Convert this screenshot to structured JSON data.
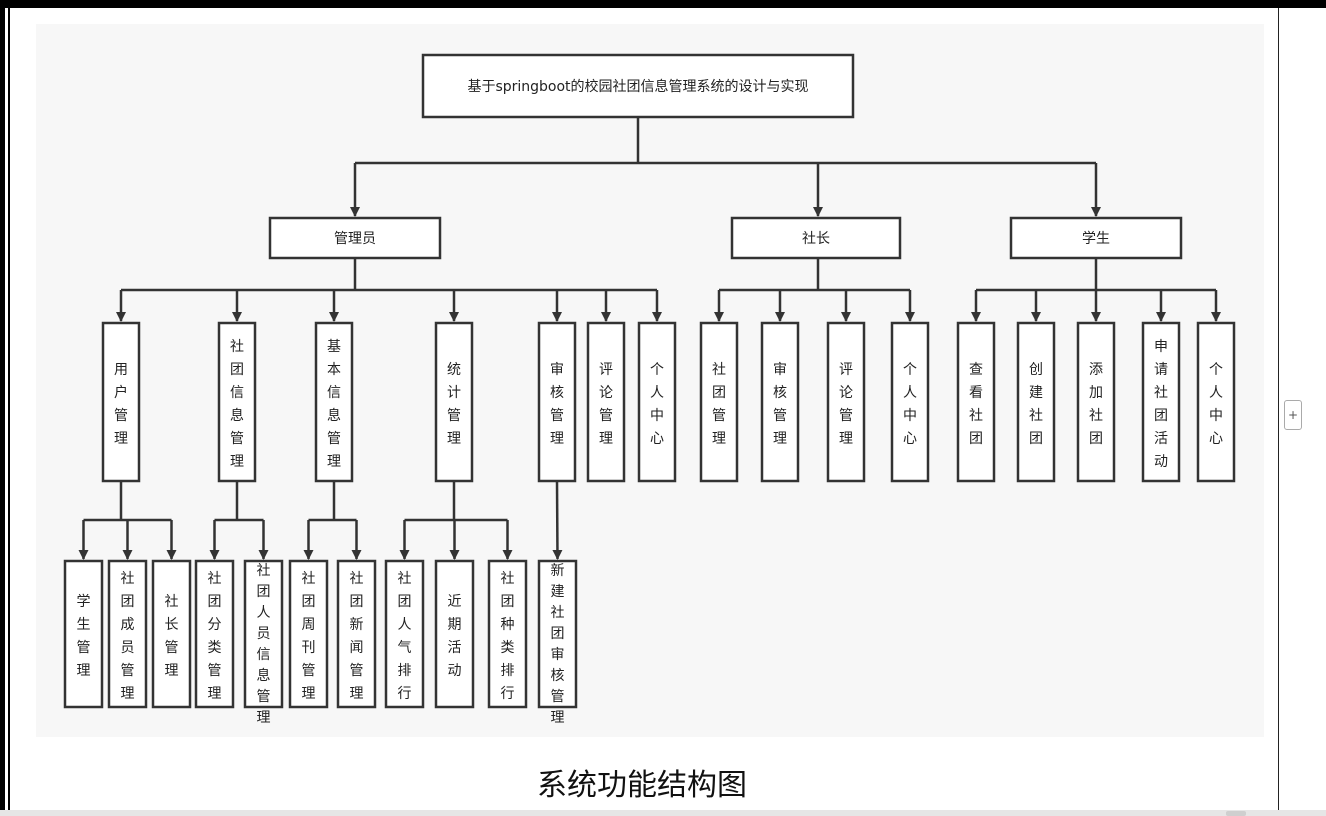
{
  "caption": "系统功能结构图",
  "root": "基于springboot的校园社团信息管理系统的设计与实现",
  "level1": [
    "管理员",
    "社长",
    "学生"
  ],
  "level2": [
    "用户管理",
    "社团信息管理",
    "基本信息管理",
    "统计管理",
    "审核管理",
    "评论管理",
    "个人中心",
    "社团管理",
    "审核管理",
    "评论管理",
    "个人中心",
    "查看社团",
    "创建社团",
    "添加社团",
    "申请社团活动",
    "个人中心"
  ],
  "level3": [
    "学生管理",
    "社团成员管理",
    "社长管理",
    "社团分类管理",
    "社团人员信息管理",
    "社团周刊管理",
    "社团新闻管理",
    "社团人气排行",
    "近期活动",
    "社团种类排行",
    "新建社团审核管理"
  ],
  "side_button": "+"
}
